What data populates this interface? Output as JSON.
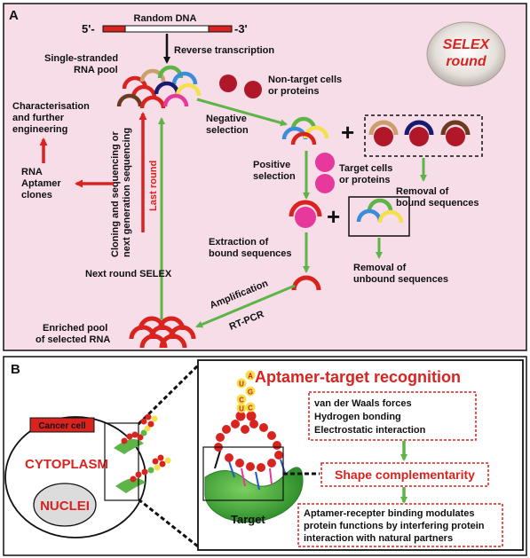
{
  "panel_a": {
    "label": "A",
    "dna_5": "5'-",
    "dna_3": "-3'",
    "random_dna": "Random DNA",
    "reverse_transcription": "Reverse transcription",
    "ss_pool_1": "Single-stranded",
    "ss_pool_2": "RNA pool",
    "nontarget_1": "Non-target cells",
    "nontarget_2": "or proteins",
    "negative_1": "Negative",
    "negative_2": "selection",
    "selex_1": "SELEX",
    "selex_2": "round",
    "characterisation_1": "Characterisation",
    "characterisation_2": "and further",
    "characterisation_3": "engineering",
    "cloning_1": "Cloning and sequencing or",
    "cloning_2": "next generation sequencing",
    "last": "Last",
    "round": "round",
    "rna_aptamer_1": "RNA",
    "rna_aptamer_2": "Aptamer",
    "rna_aptamer_3": "clones",
    "positive_1": "Positive",
    "positive_2": "selection",
    "target_1": "Target cells",
    "target_2": "or proteins",
    "removal_bound_1": "Removal of",
    "removal_bound_2": "bound sequences",
    "extraction_1": "Extraction of",
    "extraction_2": "bound sequences",
    "removal_unbound_1": "Removal of",
    "removal_unbound_2": "unbound sequences",
    "next_round": "Next round SELEX",
    "amplification": "Amplification",
    "rtpcr": "RT-PCR",
    "enriched_1": "Enriched pool",
    "enriched_2": "of selected RNA"
  },
  "panel_b": {
    "label": "B",
    "cancer_cell": "Cancer cell",
    "cytoplasm": "CYTOPLASM",
    "nuclei": "NUCLEI",
    "title": "Aptamer-target recognition",
    "forces_1": "van der Waals forces",
    "forces_2": "Hydrogen bonding",
    "forces_3": "Electrostatic interaction",
    "shape": "Shape complementarity",
    "binding_1": "Aptamer-recepter binding modulates",
    "binding_2": "protein functions by interfering protein",
    "binding_3": "interaction with natural partners",
    "target": "Target",
    "bases": [
      "A",
      "U",
      "G",
      "C",
      "C",
      "U"
    ]
  },
  "colors": {
    "panel_a_bg": "#f6dde8",
    "red": "#d9231f",
    "green": "#5cb546",
    "dark_red": "#b0182a",
    "magenta": "#e6399b",
    "yellow": "#f3e14b"
  }
}
